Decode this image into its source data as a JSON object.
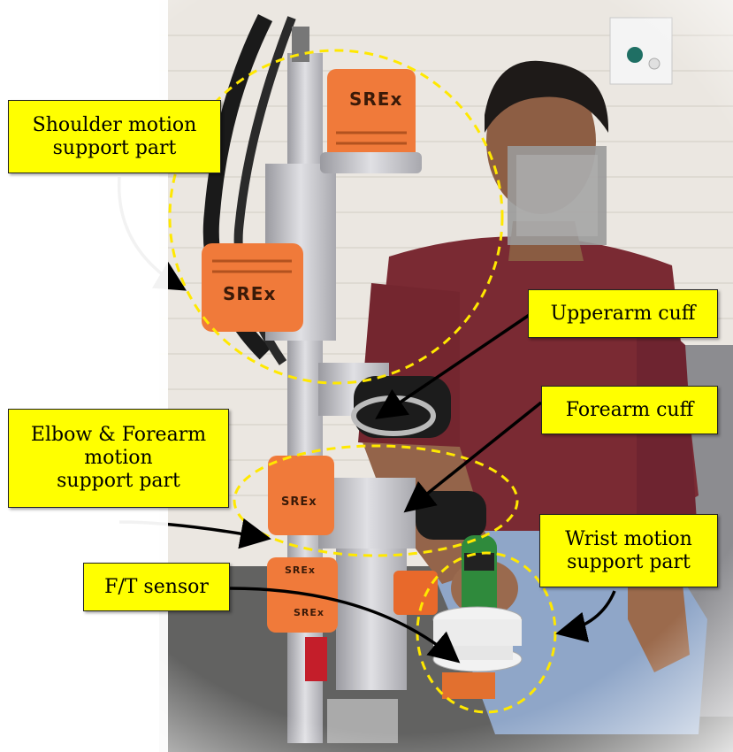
{
  "labels": {
    "shoulder": [
      "Shoulder motion",
      "support part"
    ],
    "elbow": [
      "Elbow & Forearm",
      "motion",
      "support part"
    ],
    "ft_sensor": "F/T sensor",
    "upperarm": "Upperarm cuff",
    "forearm": "Forearm cuff",
    "wrist": [
      "Wrist motion",
      "support part"
    ]
  },
  "device_text": {
    "srex_top": "SREx",
    "srex_shoulder": "SREx",
    "srex_elbow": "SREx",
    "srex_lower": "SREx",
    "srex_lower2": "SREx"
  },
  "colors": {
    "label_bg": "#ffff00",
    "dashed_circle": "#ffe800",
    "orange_part": "#f07a3a",
    "shirt": "#7a2a33",
    "jeans": "#8fa6c8",
    "frame": "#c8c8cc",
    "wall": "#ece8e2"
  }
}
